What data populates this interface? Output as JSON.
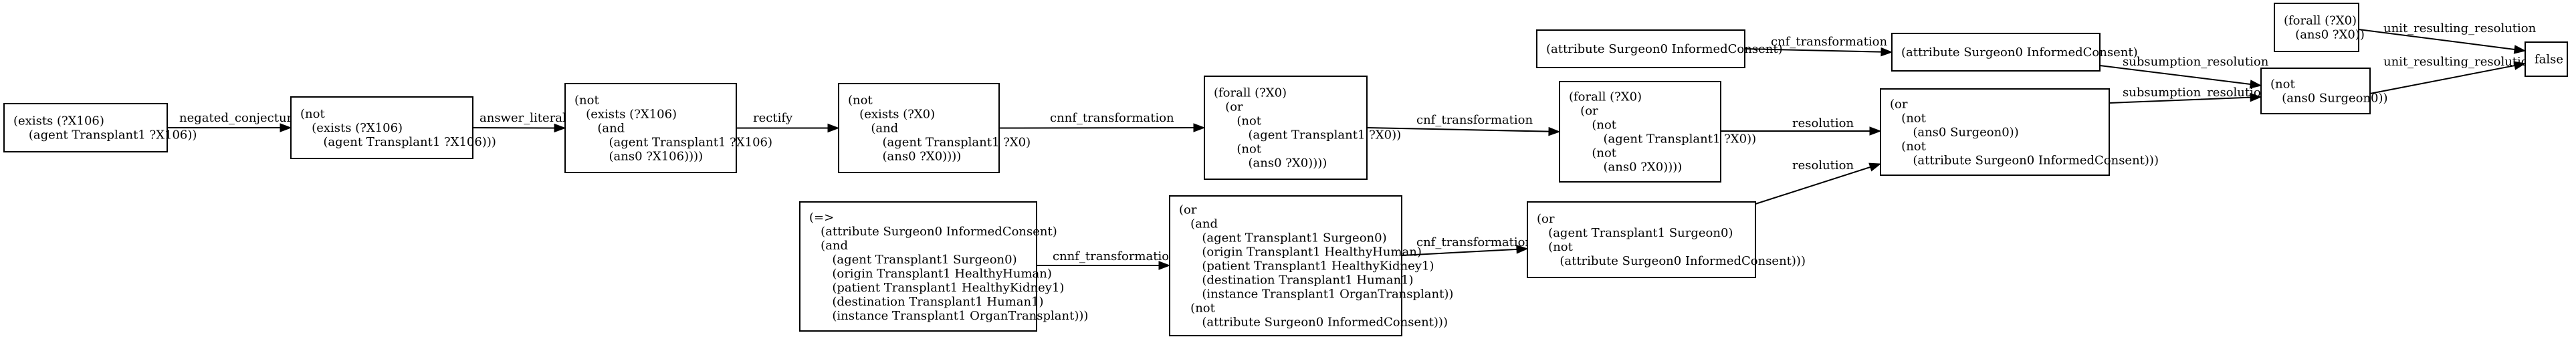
{
  "nodes": [
    {
      "id": "n1",
      "lines": [
        "(exists (?X106)",
        "    (agent Transplant1 ?X106))"
      ]
    },
    {
      "id": "n2",
      "lines": [
        "(not",
        "   (exists (?X106)",
        "      (agent Transplant1 ?X106)))"
      ]
    },
    {
      "id": "n3",
      "lines": [
        "(not",
        "   (exists (?X106)",
        "      (and",
        "         (agent Transplant1 ?X106)",
        "         (ans0 ?X106))))"
      ]
    },
    {
      "id": "n4",
      "lines": [
        "(not",
        "   (exists (?X0)",
        "      (and",
        "         (agent Transplant1 ?X0)",
        "         (ans0 ?X0))))"
      ]
    },
    {
      "id": "n5",
      "lines": [
        "(forall (?X0)",
        "   (or",
        "      (not",
        "         (agent Transplant1 ?X0))",
        "      (not",
        "         (ans0 ?X0))))"
      ]
    },
    {
      "id": "n6",
      "lines": [
        "(forall (?X0)",
        "   (or",
        "      (not",
        "         (agent Transplant1 ?X0))",
        "      (not",
        "         (ans0 ?X0))))"
      ]
    },
    {
      "id": "n7",
      "lines": [
        "(attribute Surgeon0 InformedConsent)"
      ]
    },
    {
      "id": "n8",
      "lines": [
        "(attribute Surgeon0 InformedConsent)"
      ]
    },
    {
      "id": "n9",
      "lines": [
        "(or",
        "   (not",
        "      (ans0 Surgeon0))",
        "   (not",
        "      (attribute Surgeon0 InformedConsent)))"
      ]
    },
    {
      "id": "n10",
      "lines": [
        "(not",
        "   (ans0 Surgeon0))"
      ]
    },
    {
      "id": "n11",
      "lines": [
        "(forall (?X0)",
        "   (ans0 ?X0))"
      ]
    },
    {
      "id": "n12",
      "lines": [
        "false"
      ]
    },
    {
      "id": "n13",
      "lines": [
        "(=>",
        "   (attribute Surgeon0 InformedConsent)",
        "   (and",
        "      (agent Transplant1 Surgeon0)",
        "      (origin Transplant1 HealthyHuman)",
        "      (patient Transplant1 HealthyKidney1)",
        "      (destination Transplant1 Human1)",
        "      (instance Transplant1 OrganTransplant)))"
      ]
    },
    {
      "id": "n14",
      "lines": [
        "(or",
        "   (and",
        "      (agent Transplant1 Surgeon0)",
        "      (origin Transplant1 HealthyHuman)",
        "      (patient Transplant1 HealthyKidney1)",
        "      (destination Transplant1 Human1)",
        "      (instance Transplant1 OrganTransplant))",
        "   (not",
        "      (attribute Surgeon0 InformedConsent)))"
      ]
    },
    {
      "id": "n15",
      "lines": [
        "(or",
        "   (agent Transplant1 Surgeon0)",
        "   (not",
        "      (attribute Surgeon0 InformedConsent)))"
      ]
    }
  ],
  "edges": [
    {
      "from": "n1",
      "to": "n2",
      "label": "negated_conjecture"
    },
    {
      "from": "n2",
      "to": "n3",
      "label": "answer_literal"
    },
    {
      "from": "n3",
      "to": "n4",
      "label": "rectify"
    },
    {
      "from": "n4",
      "to": "n5",
      "label": "cnnf_transformation"
    },
    {
      "from": "n5",
      "to": "n6",
      "label": "cnf_transformation"
    },
    {
      "from": "n6",
      "to": "n9",
      "label": "resolution"
    },
    {
      "from": "n7",
      "to": "n8",
      "label": "cnf_transformation"
    },
    {
      "from": "n8",
      "to": "n10",
      "label": "subsumption_resolution"
    },
    {
      "from": "n9",
      "to": "n10",
      "label": "subsumption_resolution"
    },
    {
      "from": "n11",
      "to": "n12",
      "label": "unit_resulting_resolution"
    },
    {
      "from": "n10",
      "to": "n12",
      "label": "unit_resulting_resolution"
    },
    {
      "from": "n13",
      "to": "n14",
      "label": "cnnf_transformation"
    },
    {
      "from": "n14",
      "to": "n15",
      "label": "cnf_transformation"
    },
    {
      "from": "n15",
      "to": "n9",
      "label": "resolution"
    }
  ]
}
